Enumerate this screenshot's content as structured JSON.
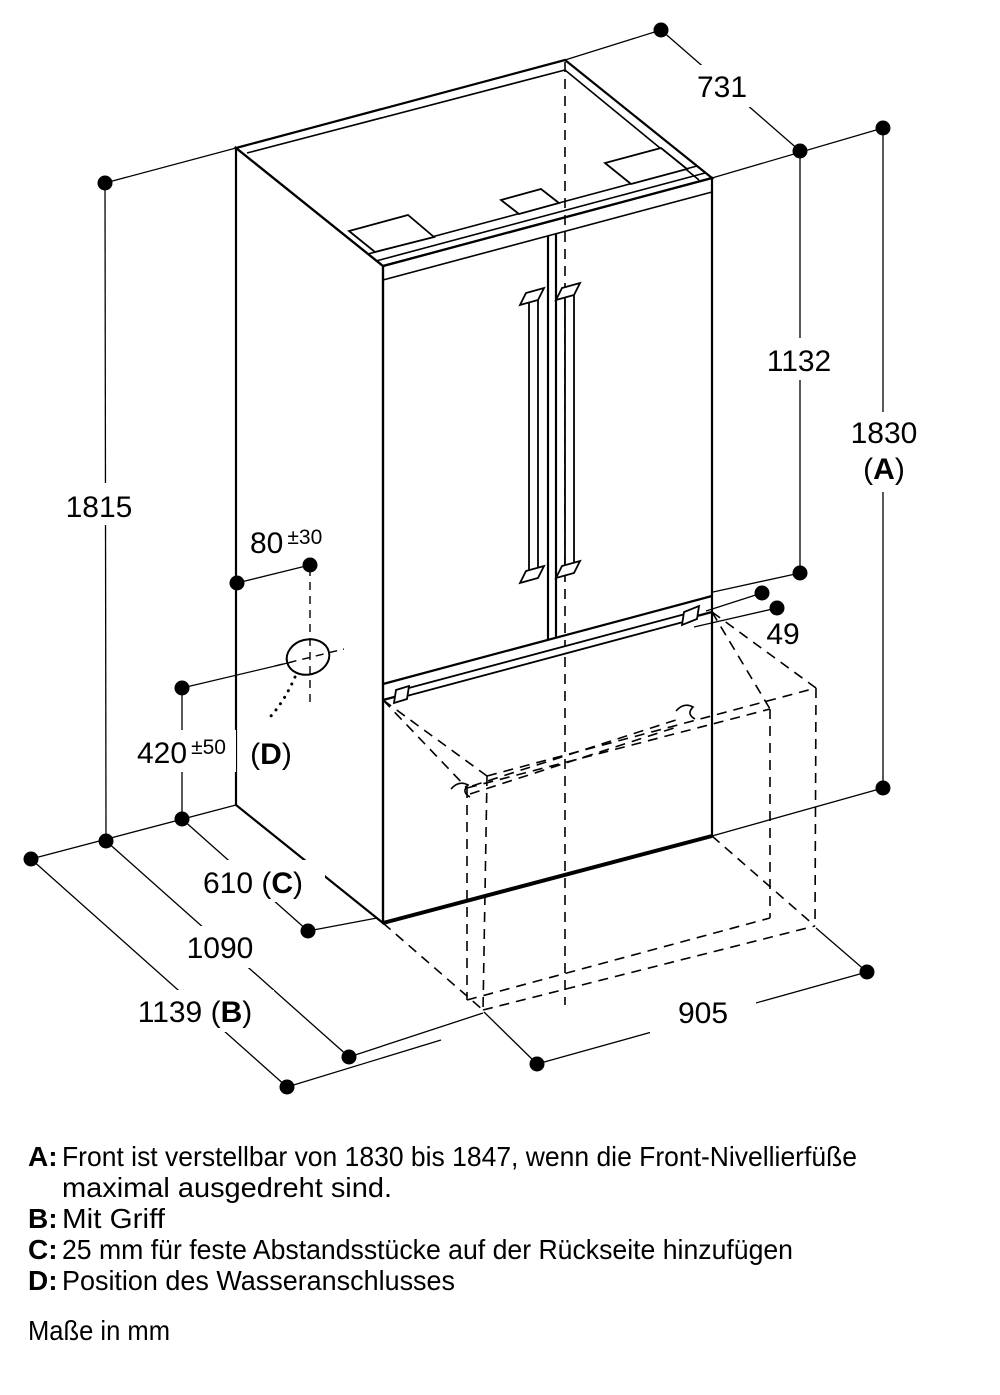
{
  "colors": {
    "line": "#000000",
    "background": "#ffffff"
  },
  "dims": {
    "d731": "731",
    "d1132": "1132",
    "d1830": "1830",
    "d1830_ref_pre": "(",
    "d1830_ref": "A",
    "d1830_ref_post": ")",
    "d1815": "1815",
    "d80": "80",
    "d80_tol": "±30",
    "d420": "420",
    "d420_tol": "±50",
    "dD_pre": "(",
    "dD_ref": "D",
    "dD_post": ")",
    "d49": "49",
    "d610_pre": "610 (",
    "d610_ref": "C",
    "d610_post": ")",
    "d1090": "1090",
    "d1139_pre": "1139 (",
    "d1139_ref": "B",
    "d1139_post": ")",
    "d905": "905"
  },
  "legend": {
    "a_key": "A:",
    "a_line1": "Front ist verstellbar von 1830 bis 1847, wenn die Front-Nivellierfüße",
    "a_line2": "maximal ausgedreht sind.",
    "b_key": "B:",
    "b_text": "Mit Griff",
    "c_key": "C:",
    "c_text": "25 mm für feste Abstandsstücke auf der Rückseite hinzufügen",
    "d_key": "D:",
    "d_text": "Position des Wasseranschlusses",
    "units_note": "Maße in mm"
  }
}
